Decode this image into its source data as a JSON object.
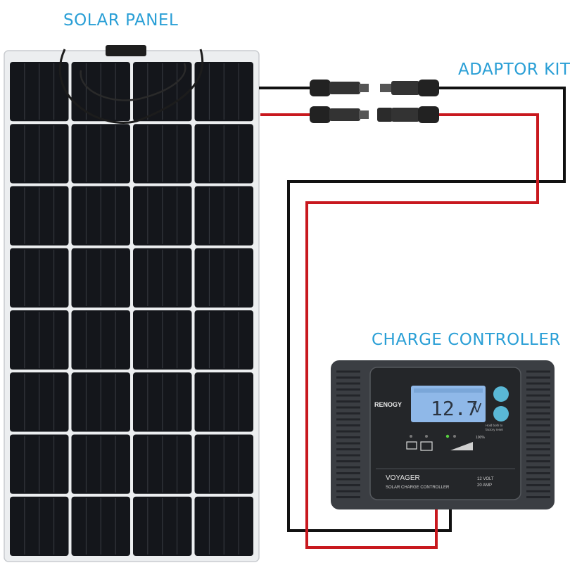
{
  "labels": {
    "solar_panel": "SOLAR PANEL",
    "adaptor_kit": "ADAPTOR KIT",
    "charge_controller": "CHARGE CONTROLLER"
  },
  "controller": {
    "brand": "RENOGY",
    "display_value": "12.7",
    "display_unit": "V",
    "model": "VOYAGER",
    "subtitle": "SOLAR CHARGE CONTROLLER",
    "rating_volt": "12 VOLT",
    "rating_amp": "20 AMP",
    "hold_note_1": "Hold both to",
    "hold_note_2": "factory reset",
    "percent_label": "100%"
  },
  "panel": {
    "rows": 8,
    "cols": 4
  },
  "colors": {
    "label_text": "#2a9fd6",
    "wire_positive": "#c8181e",
    "wire_negative": "#111111",
    "cell": "#14161b",
    "panel_frame": "#eceef0",
    "controller_body": "#3b3e43",
    "lcd": "#8fb8e8",
    "button": "#5ab8d6"
  },
  "icons": [
    "solar-cell-grid-icon",
    "mc4-connector-icon",
    "lcd-display-icon",
    "battery-icon",
    "up-button-icon",
    "down-button-icon"
  ]
}
